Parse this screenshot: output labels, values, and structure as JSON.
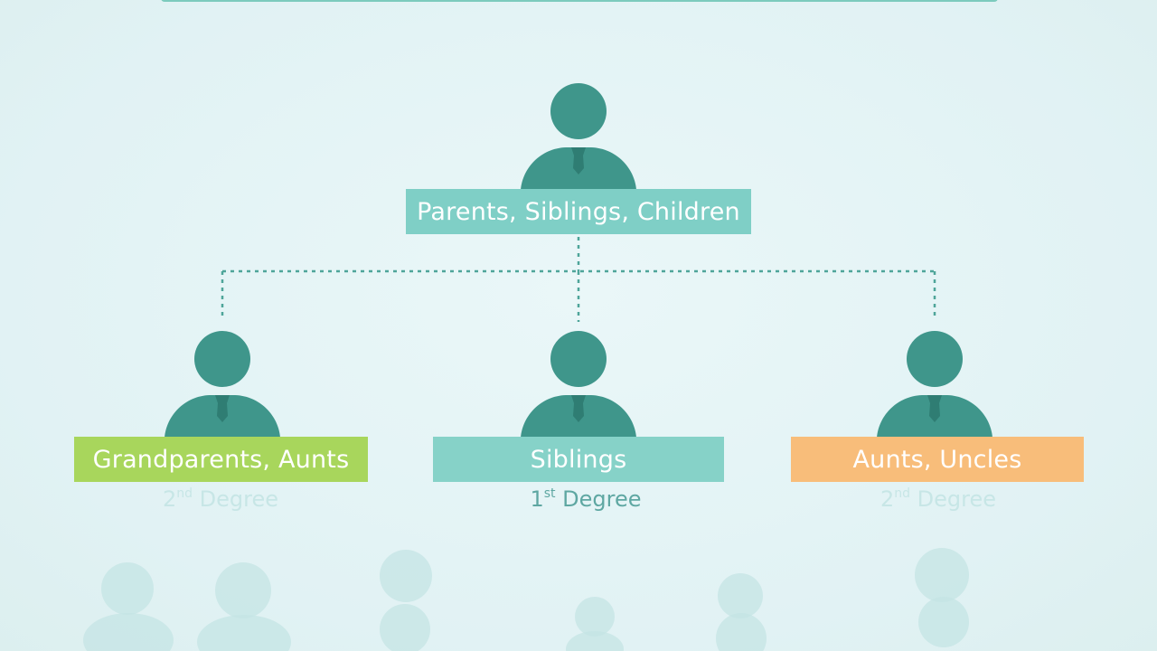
{
  "diagram": {
    "root": {
      "label": "Parents, Siblings, Children"
    },
    "children": [
      {
        "label": "Grandparents, Aunts",
        "degree_num": "2",
        "degree_sup": "nd",
        "degree_word": "Degree"
      },
      {
        "label": "Siblings",
        "degree_num": "1",
        "degree_sup": "st",
        "degree_word": "Degree"
      },
      {
        "label": "Aunts, Uncles",
        "degree_num": "2",
        "degree_sup": "nd",
        "degree_word": "Degree"
      }
    ]
  },
  "colors": {
    "person": "#3f968b",
    "root_box": "#7fcfc6",
    "green_box": "#a8d65c",
    "teal_box": "#86d2c8",
    "orange_box": "#f8bd7a",
    "connector": "#4ea59a"
  },
  "icons": {
    "person": "person-icon"
  }
}
